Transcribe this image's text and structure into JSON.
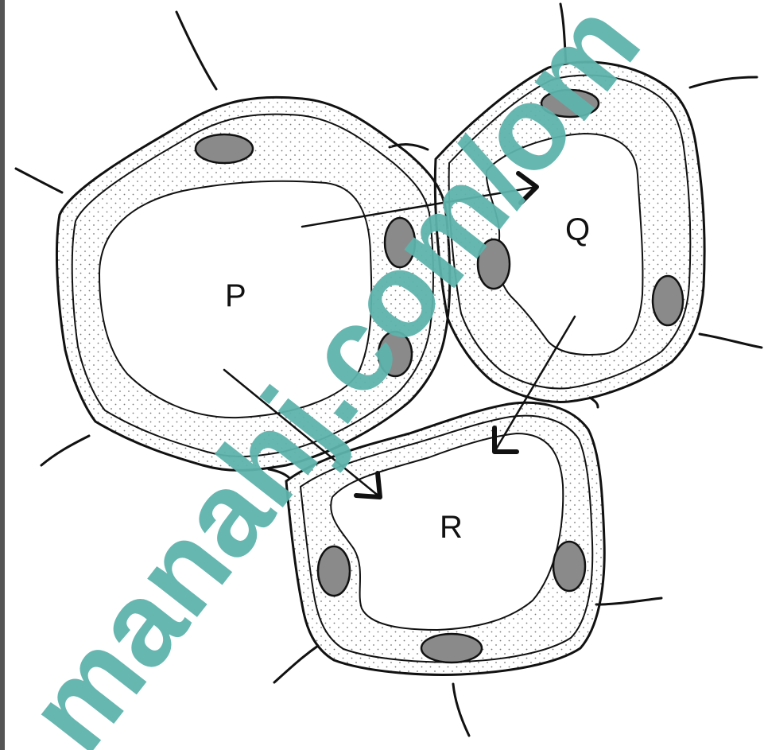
{
  "cells": [
    {
      "id": "P",
      "label": "P"
    },
    {
      "id": "Q",
      "label": "Q"
    },
    {
      "id": "R",
      "label": "R"
    }
  ],
  "arrows": [
    {
      "from": "P",
      "to": "Q"
    },
    {
      "from": "P",
      "to": "R"
    },
    {
      "from": "Q",
      "to": "R"
    }
  ],
  "watermark": {
    "text": "manahj.com/om",
    "color": "#5fb3ad"
  },
  "colors": {
    "outline": "#111111",
    "chloroplast": "#8a8a8a",
    "cytoplasm_dots": "#777777",
    "vacuole": "#ffffff",
    "background": "#ffffff"
  }
}
